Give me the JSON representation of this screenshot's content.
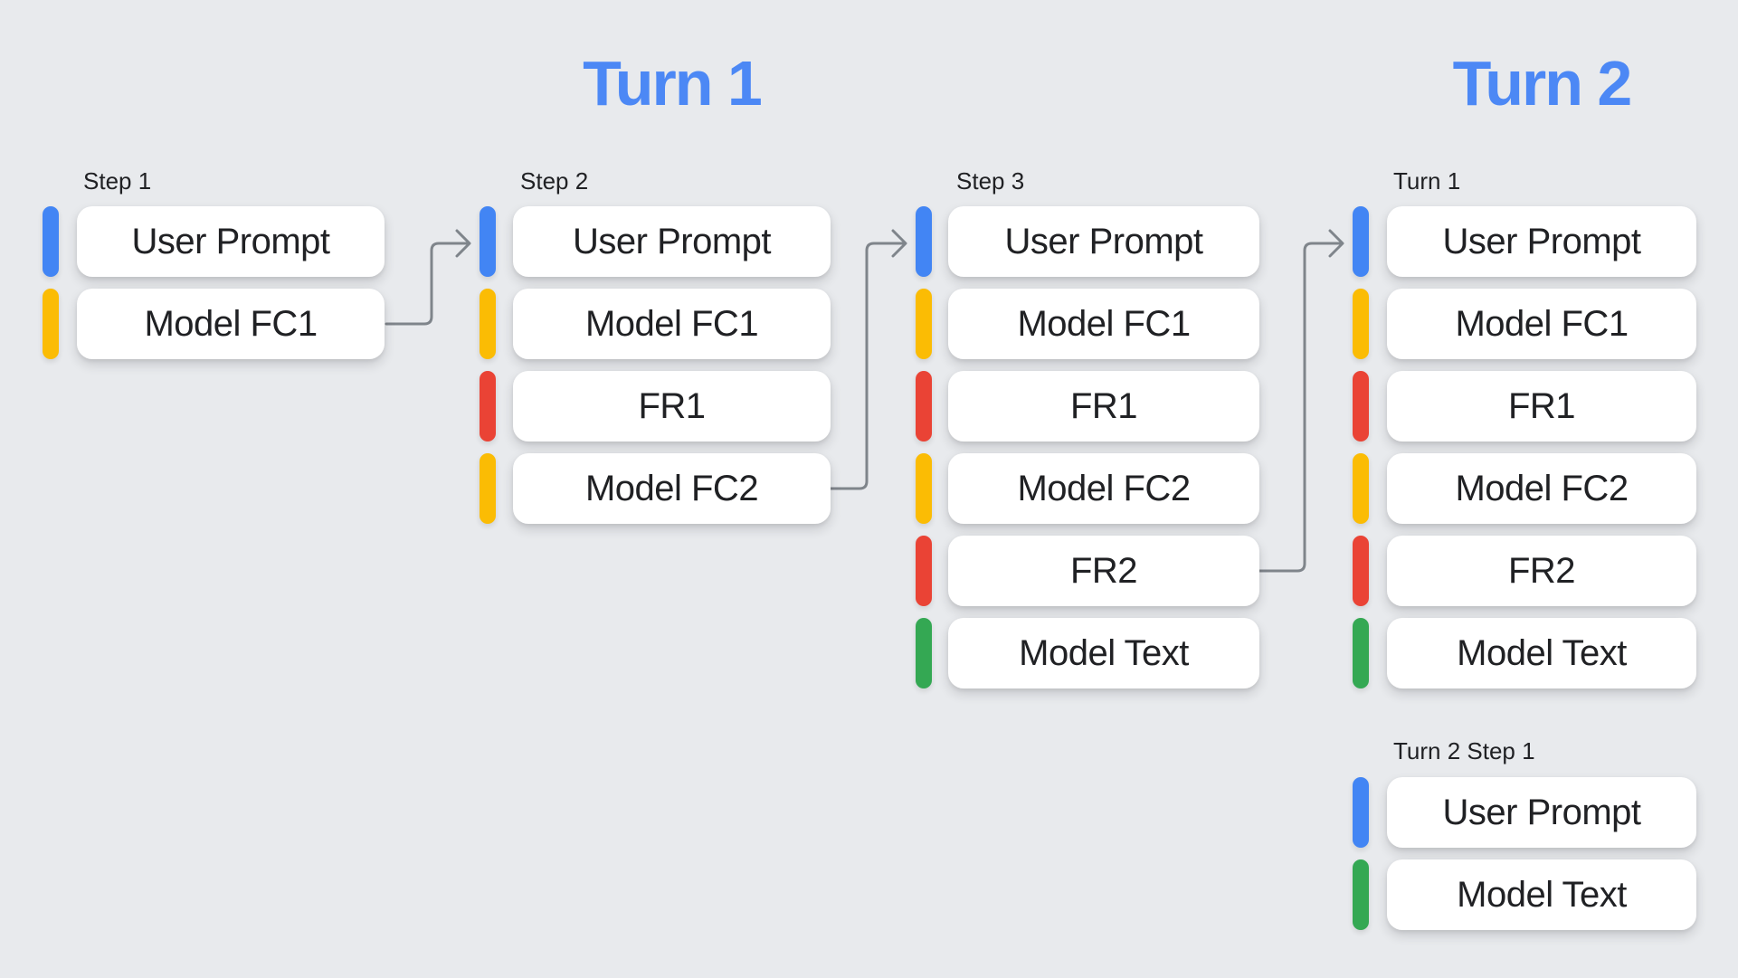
{
  "palette": {
    "background": "#e8eaed",
    "card": "#ffffff",
    "text": "#202124",
    "title": "#4c88f5",
    "arrow": "#7f858b",
    "user_prompt": "#4285f4",
    "model_function_call": "#fbbc04",
    "function_response": "#ea4335",
    "model_text": "#34a853"
  },
  "titles": {
    "turn1": "Turn 1",
    "turn2": "Turn 2"
  },
  "columns": [
    {
      "label": "Step 1",
      "cards": [
        {
          "label": "User Prompt",
          "kind": "user_prompt"
        },
        {
          "label": "Model FC1",
          "kind": "model_function_call"
        }
      ]
    },
    {
      "label": "Step 2",
      "cards": [
        {
          "label": "User Prompt",
          "kind": "user_prompt"
        },
        {
          "label": "Model FC1",
          "kind": "model_function_call"
        },
        {
          "label": "FR1",
          "kind": "function_response"
        },
        {
          "label": "Model FC2",
          "kind": "model_function_call"
        }
      ]
    },
    {
      "label": "Step 3",
      "cards": [
        {
          "label": "User Prompt",
          "kind": "user_prompt"
        },
        {
          "label": "Model FC1",
          "kind": "model_function_call"
        },
        {
          "label": "FR1",
          "kind": "function_response"
        },
        {
          "label": "Model FC2",
          "kind": "model_function_call"
        },
        {
          "label": "FR2",
          "kind": "function_response"
        },
        {
          "label": "Model Text",
          "kind": "model_text"
        }
      ]
    },
    {
      "label": "Turn 1",
      "cards": [
        {
          "label": "User Prompt",
          "kind": "user_prompt"
        },
        {
          "label": "Model FC1",
          "kind": "model_function_call"
        },
        {
          "label": "FR1",
          "kind": "function_response"
        },
        {
          "label": "Model FC2",
          "kind": "model_function_call"
        },
        {
          "label": "FR2",
          "kind": "function_response"
        },
        {
          "label": "Model Text",
          "kind": "model_text"
        }
      ]
    },
    {
      "label": "Turn 2 Step 1",
      "cards": [
        {
          "label": "User Prompt",
          "kind": "user_prompt"
        },
        {
          "label": "Model Text",
          "kind": "model_text"
        }
      ]
    }
  ],
  "arrows": [
    {
      "from": "Step 1 Model FC1",
      "to": "Step 2 User Prompt"
    },
    {
      "from": "Step 2 Model FC2",
      "to": "Step 3 User Prompt"
    },
    {
      "from": "Step 3 FR2",
      "to": "Turn 1 User Prompt"
    }
  ]
}
